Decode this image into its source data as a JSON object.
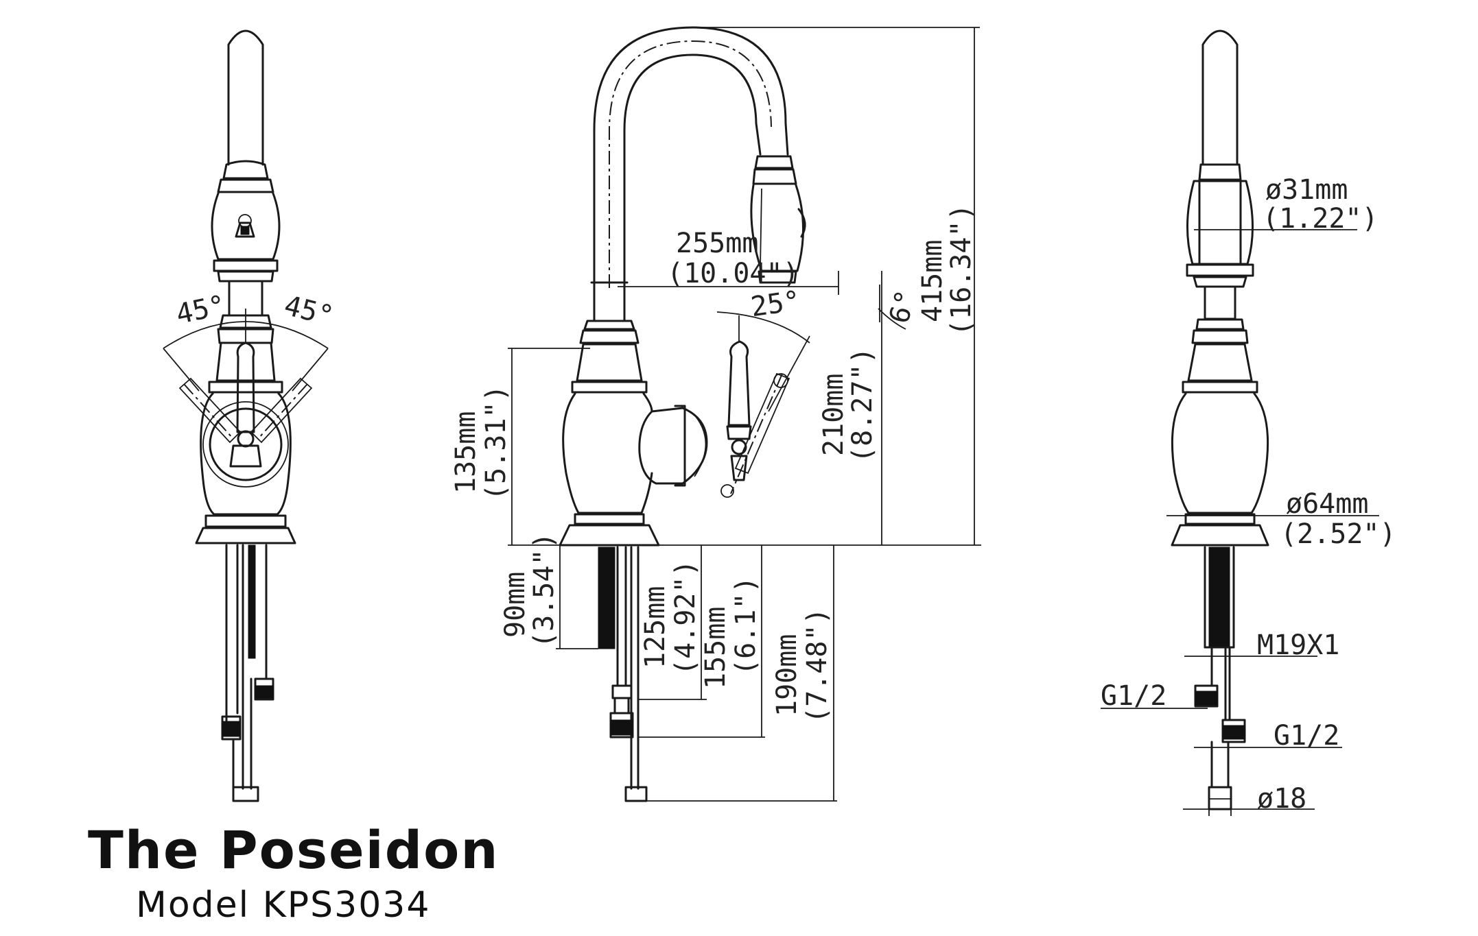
{
  "title": "The Poseidon",
  "model": "Model KPS3034",
  "dimensions": {
    "reach_mm": "255mm",
    "reach_in": "(10.04\")",
    "height_mm": "415mm",
    "height_in": "(16.34\")",
    "spout_mm": "210mm",
    "spout_in": "(8.27\")",
    "body_mm": "135mm",
    "body_in": "(5.31\")",
    "shank_mm": "90mm",
    "shank_in": "(3.54\")",
    "hose1_mm": "125mm",
    "hose1_in": "(4.92\")",
    "hose2_mm": "155mm",
    "hose2_in": "(6.1\")",
    "hose3_mm": "190mm",
    "hose3_in": "(7.48\")",
    "handle_angle_side": "25°",
    "spray_angle": "6°",
    "left_angle_1": "45°",
    "left_angle_2": "45°",
    "spray_dia_mm": "ø31mm",
    "spray_dia_in": "(1.22\")",
    "base_dia_mm": "ø64mm",
    "base_dia_in": "(2.52\")",
    "thread_m": "M19X1",
    "thread_g_left": "G1/2",
    "thread_g_right": "G1/2",
    "hose_dia": "ø18"
  }
}
